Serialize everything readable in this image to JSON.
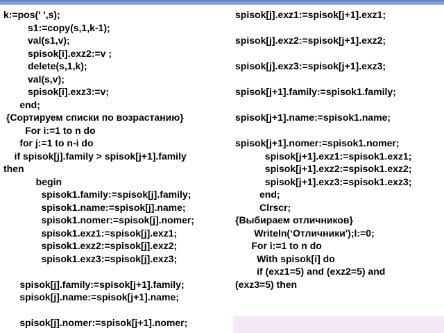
{
  "document": {
    "left_column": [
      "k:=pos(' ',s);",
      "         s1:=copy(s,1,k-1);",
      "         val(s1,v);",
      "         spisok[i].exz2:=v ;",
      "         delete(s,1,k);",
      "         val(s,v);",
      "         spisok[i].exz3:=v;",
      "      end;",
      " {Сортируем списки по возрастанию}",
      "        For i:=1 to n do",
      "      for j:=1 to n-i do",
      "    if spisok[j].family > spisok[j+1].family",
      "then",
      "            begin",
      "              spisok1.family:=spisok[j].family;",
      "              spisok1.name:=spisok[j].name;",
      "              spisok1.nomer:=spisok[j].nomer;",
      "              spisok1.exz1:=spisok[j].exz1;",
      "              spisok1.exz2:=spisok[j].exz2;",
      "              spisok1.exz3:=spisok[j].exz3;",
      "",
      "      spisok[j].family:=spisok[j+1].family;",
      "      spisok[j].name:=spisok[j+1].name;",
      "",
      "      spisok[j].nomer:=spisok[j+1].nomer;"
    ],
    "right_column": [
      "spisok[j].exz1:=spisok[j+1].exz1;",
      "",
      "spisok[j].exz2:=spisok[j+1].exz2;",
      "",
      "spisok[j].exz3:=spisok[j+1].exz3;",
      "",
      "spisok[j+1].family:=spisok1.family;",
      "",
      "spisok[j+1].name:=spisok1.name;",
      "",
      "spisok[j+1].nomer:=spisok1.nomer;",
      "           spisok[j+1].exz1:=spisok1.exz1;",
      "           spisok[j+1].exz2:=spisok1.exz2;",
      "           spisok[j+1].exz3:=spisok1.exz3;",
      "         end;",
      "         Clrscr;",
      "{Выбираем отличников}",
      "       Writeln(‘Отличники');l:=0;",
      "      For i:=1 to n do",
      "        With spisok[i] do",
      "        if (exz1=5) and (exz2=5) and",
      "(exz3=5) then"
    ]
  },
  "colors": {
    "top_band": "#5f7fc7",
    "pink_box": "#f6e9f6",
    "text": "#000000"
  }
}
